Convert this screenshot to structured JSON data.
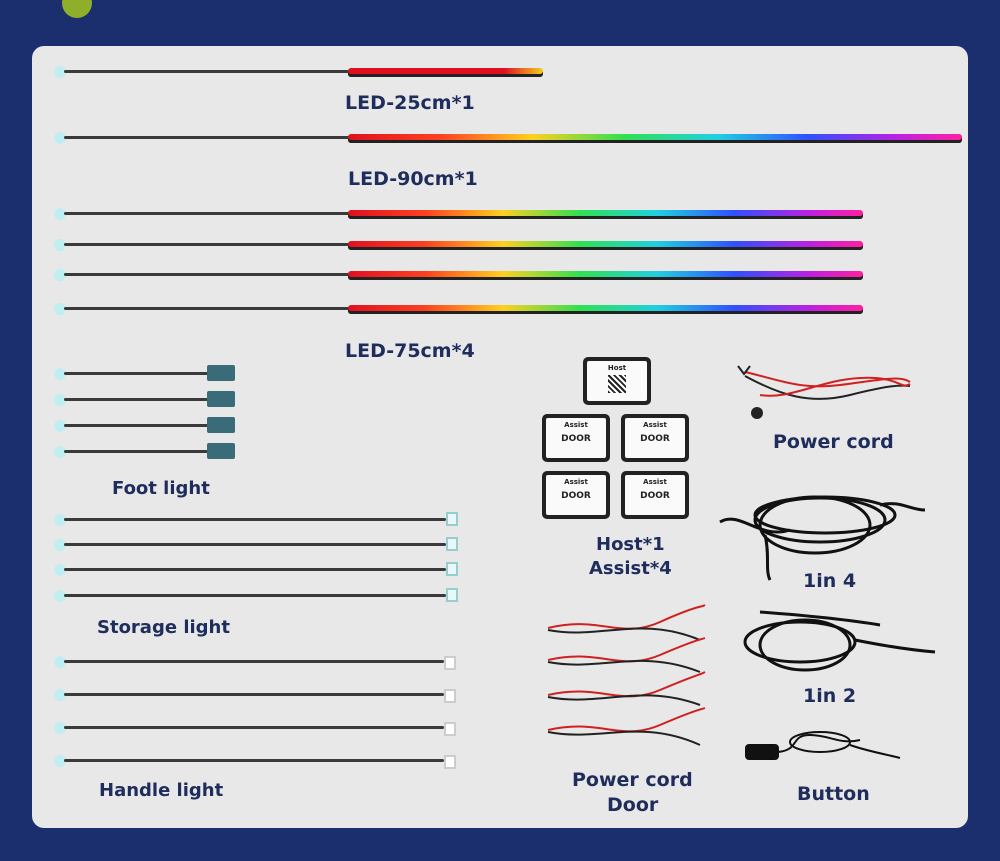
{
  "labels": {
    "led25": "LED-25cm*1",
    "led90": "LED-90cm*1",
    "led75": "LED-75cm*4",
    "foot": "Foot light",
    "storage": "Storage light",
    "handle": "Handle light",
    "host_assist_1": "Host*1",
    "host_assist_2": "Assist*4",
    "power_cord": "Power cord",
    "one_in_four": "1in 4",
    "one_in_two": "1in 2",
    "power_cord_door_1": "Power cord",
    "power_cord_door_2": "Door",
    "button": "Button"
  },
  "modules": {
    "host": "Host",
    "assist": "Assist",
    "door": "DOOR"
  },
  "colors": {
    "background": "#1b2f6e",
    "panel": "#e8e8e8",
    "label": "#1f2d5c"
  }
}
